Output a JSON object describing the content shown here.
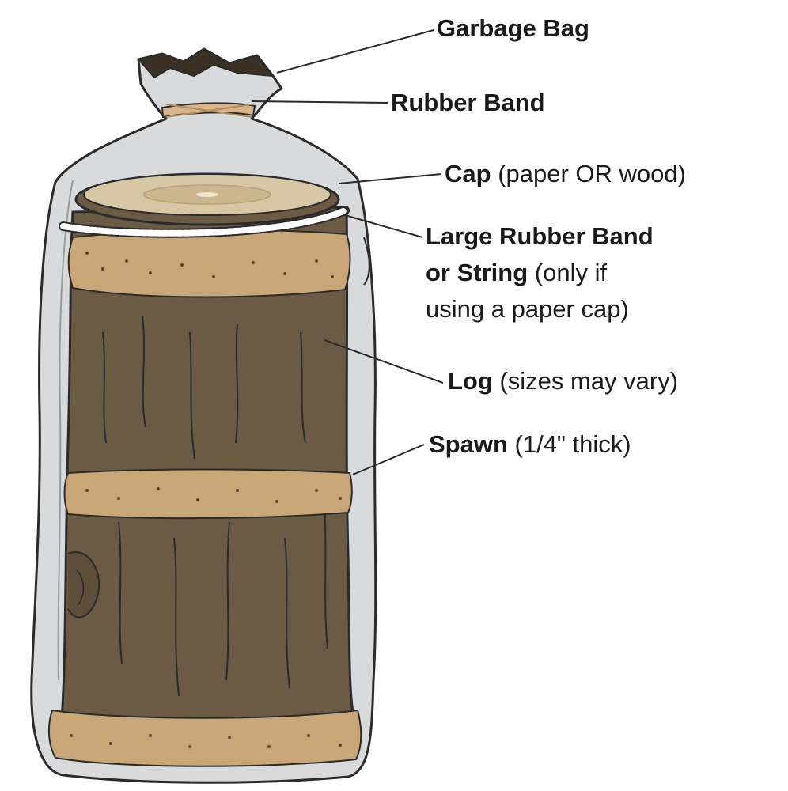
{
  "labels": {
    "garbage_bag": {
      "bold": "Garbage Bag",
      "note": ""
    },
    "rubber_band": {
      "bold": "Rubber Band",
      "note": ""
    },
    "cap": {
      "bold": "Cap",
      "note": " (paper OR wood)"
    },
    "large_band": {
      "bold_line1": "Large Rubber Band",
      "bold_line2": "or String",
      "note_line2": " (only if",
      "note_line3": "using a paper cap)"
    },
    "log": {
      "bold": "Log",
      "note": " (sizes may vary)"
    },
    "spawn": {
      "bold": "Spawn",
      "note": " (1/4\" thick)"
    }
  },
  "colors": {
    "bag": "#d9dadc",
    "bag_outline": "#2b2b2b",
    "log_bark": "#6b5a44",
    "cap_top": "#d8c7a5",
    "spawn": "#c9a675",
    "rubber_band": "#d9b48a",
    "string": "#ffffff"
  }
}
